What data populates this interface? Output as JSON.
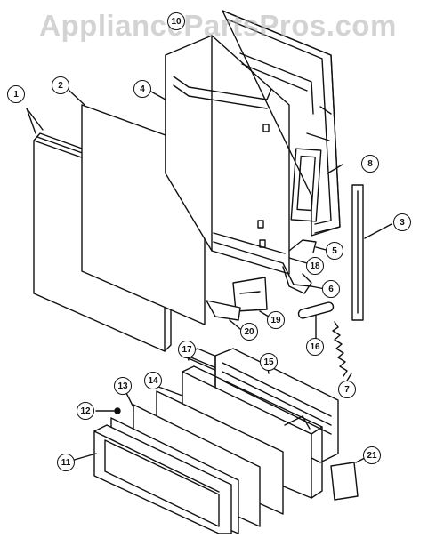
{
  "watermark": "AppliancePartsPros.com",
  "colors": {
    "line": "#111111",
    "background": "#ffffff",
    "watermark": "#afafaf"
  },
  "callouts": [
    "1",
    "2",
    "3",
    "4",
    "5",
    "6",
    "7",
    "8",
    "10",
    "11",
    "12",
    "13",
    "14",
    "15",
    "16",
    "17",
    "18",
    "19",
    "20",
    "21"
  ]
}
